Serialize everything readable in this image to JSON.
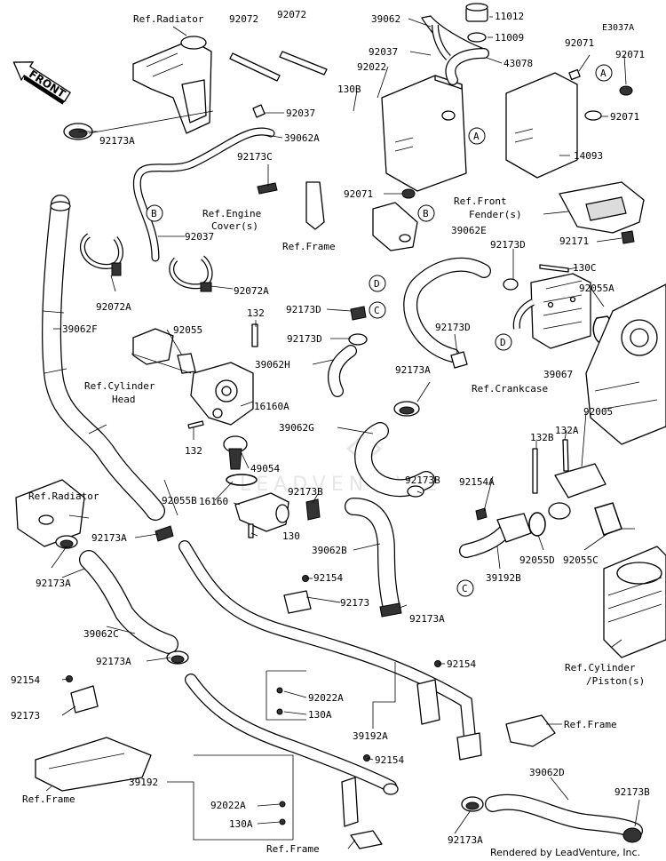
{
  "diagram_code": "E3037A",
  "front_label": "FRONT",
  "watermark": "LEADVENTURE",
  "footer": "Rendered by LeadVenture, Inc.",
  "callout_letters": {
    "a": "A",
    "b": "B",
    "c": "C",
    "d": "D"
  },
  "labels": {
    "ref_radiator_top": "Ref.Radiator",
    "n92072_a": "92072",
    "n92072_b": "92072",
    "n92037_top": "92037",
    "n92173a_top": "92173A",
    "n39062a": "39062A",
    "n92173c": "92173C",
    "n92037_mid": "92037",
    "ref_engine_cover": "Ref.Engine\nCover(s)",
    "ref_frame_top": "Ref.Frame",
    "n92072a_left": "92072A",
    "n92072a_right": "92072A",
    "n39062f": "39062F",
    "n39062": "39062",
    "n92037_tank": "92037",
    "n92022": "92022",
    "n130b": "130B",
    "n11012": "11012",
    "n11009": "11009",
    "n43078": "43078",
    "n92071_a": "92071",
    "n92071_b": "92071",
    "n92071_c": "92071",
    "n92071_d": "92071",
    "n14093": "14093",
    "ref_front_fender": "Ref.Front\nFender(s)",
    "n92171": "92171",
    "n39062e": "39062E",
    "n92173d_top": "92173D",
    "n130c": "130C",
    "n92055a": "92055A",
    "n39067": "39067",
    "n92173d_mid": "92173D",
    "n92173d_left": "92173D",
    "n92173d_lower": "92173D",
    "n39062h": "39062H",
    "n92055": "92055",
    "n132_top": "132",
    "ref_cyl_head": "Ref.Cylinder\nHead",
    "n16160a": "16160A",
    "n132_bot": "132",
    "n49054": "49054",
    "ref_crankcase": "Ref.Crankcase",
    "n92173a_mid": "92173A",
    "n39062g": "39062G",
    "n92173b_mid": "92173B",
    "n92173b_left": "92173B",
    "n132b": "132B",
    "n132a": "132A",
    "n92005": "92005",
    "n92154a": "92154A",
    "n92055b": "92055B",
    "ref_radiator_left": "Ref.Radiator",
    "n16160": "16160",
    "n130": "130",
    "n92173a_left": "92173A",
    "n92173a_lowleft": "92173A",
    "n39062b": "39062B",
    "n92055d": "92055D",
    "n92055c": "92055C",
    "n39192b": "39192B",
    "n92154_mid": "92154",
    "n92173": "92173",
    "n92173a_bracket": "92173A",
    "ref_cyl_piston": "Ref.Cylinder\n/Piston(s)",
    "n39062c": "39062C",
    "n92173a_lower": "92173A",
    "n92154_right": "92154",
    "n92022a_mid": "92022A",
    "n130a_mid": "130A",
    "n39192a": "39192A",
    "ref_frame_right": "Ref.Frame",
    "n92154_left": "92154",
    "n92173_left": "92173",
    "ref_frame_left": "Ref.Frame",
    "n92154_bot": "92154",
    "n39192": "39192",
    "n92022a_bot": "92022A",
    "n130a_bot": "130A",
    "n39062d": "39062D",
    "n92173b_right": "92173B",
    "n92173a_bottom": "92173A",
    "ref_frame_bottom": "Ref.Frame"
  }
}
